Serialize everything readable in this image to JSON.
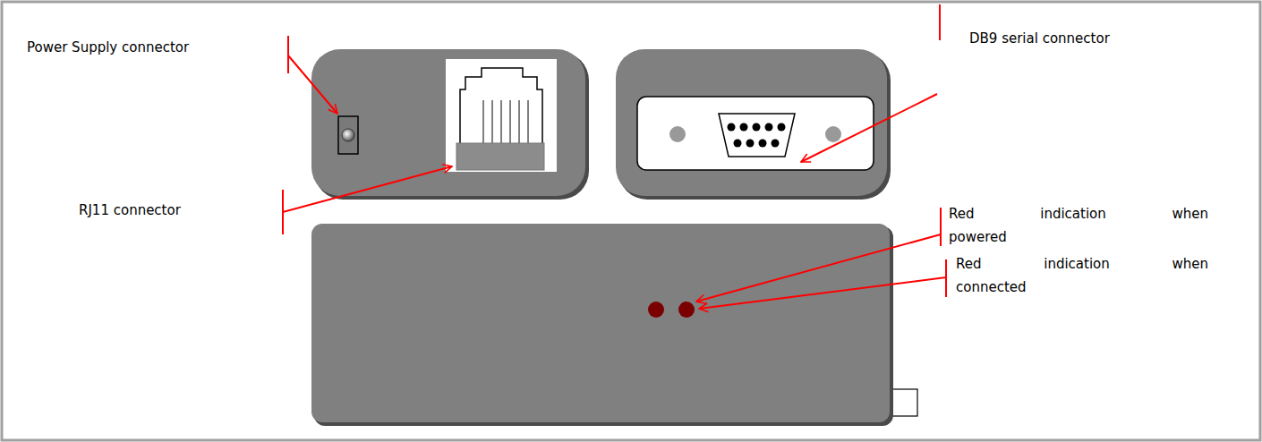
{
  "diagram": {
    "labels": [
      "Power Supply connector",
      "RJ11 connector",
      "DB9 serial connector",
      "Red indication when powered",
      "Red indication when connected"
    ]
  }
}
